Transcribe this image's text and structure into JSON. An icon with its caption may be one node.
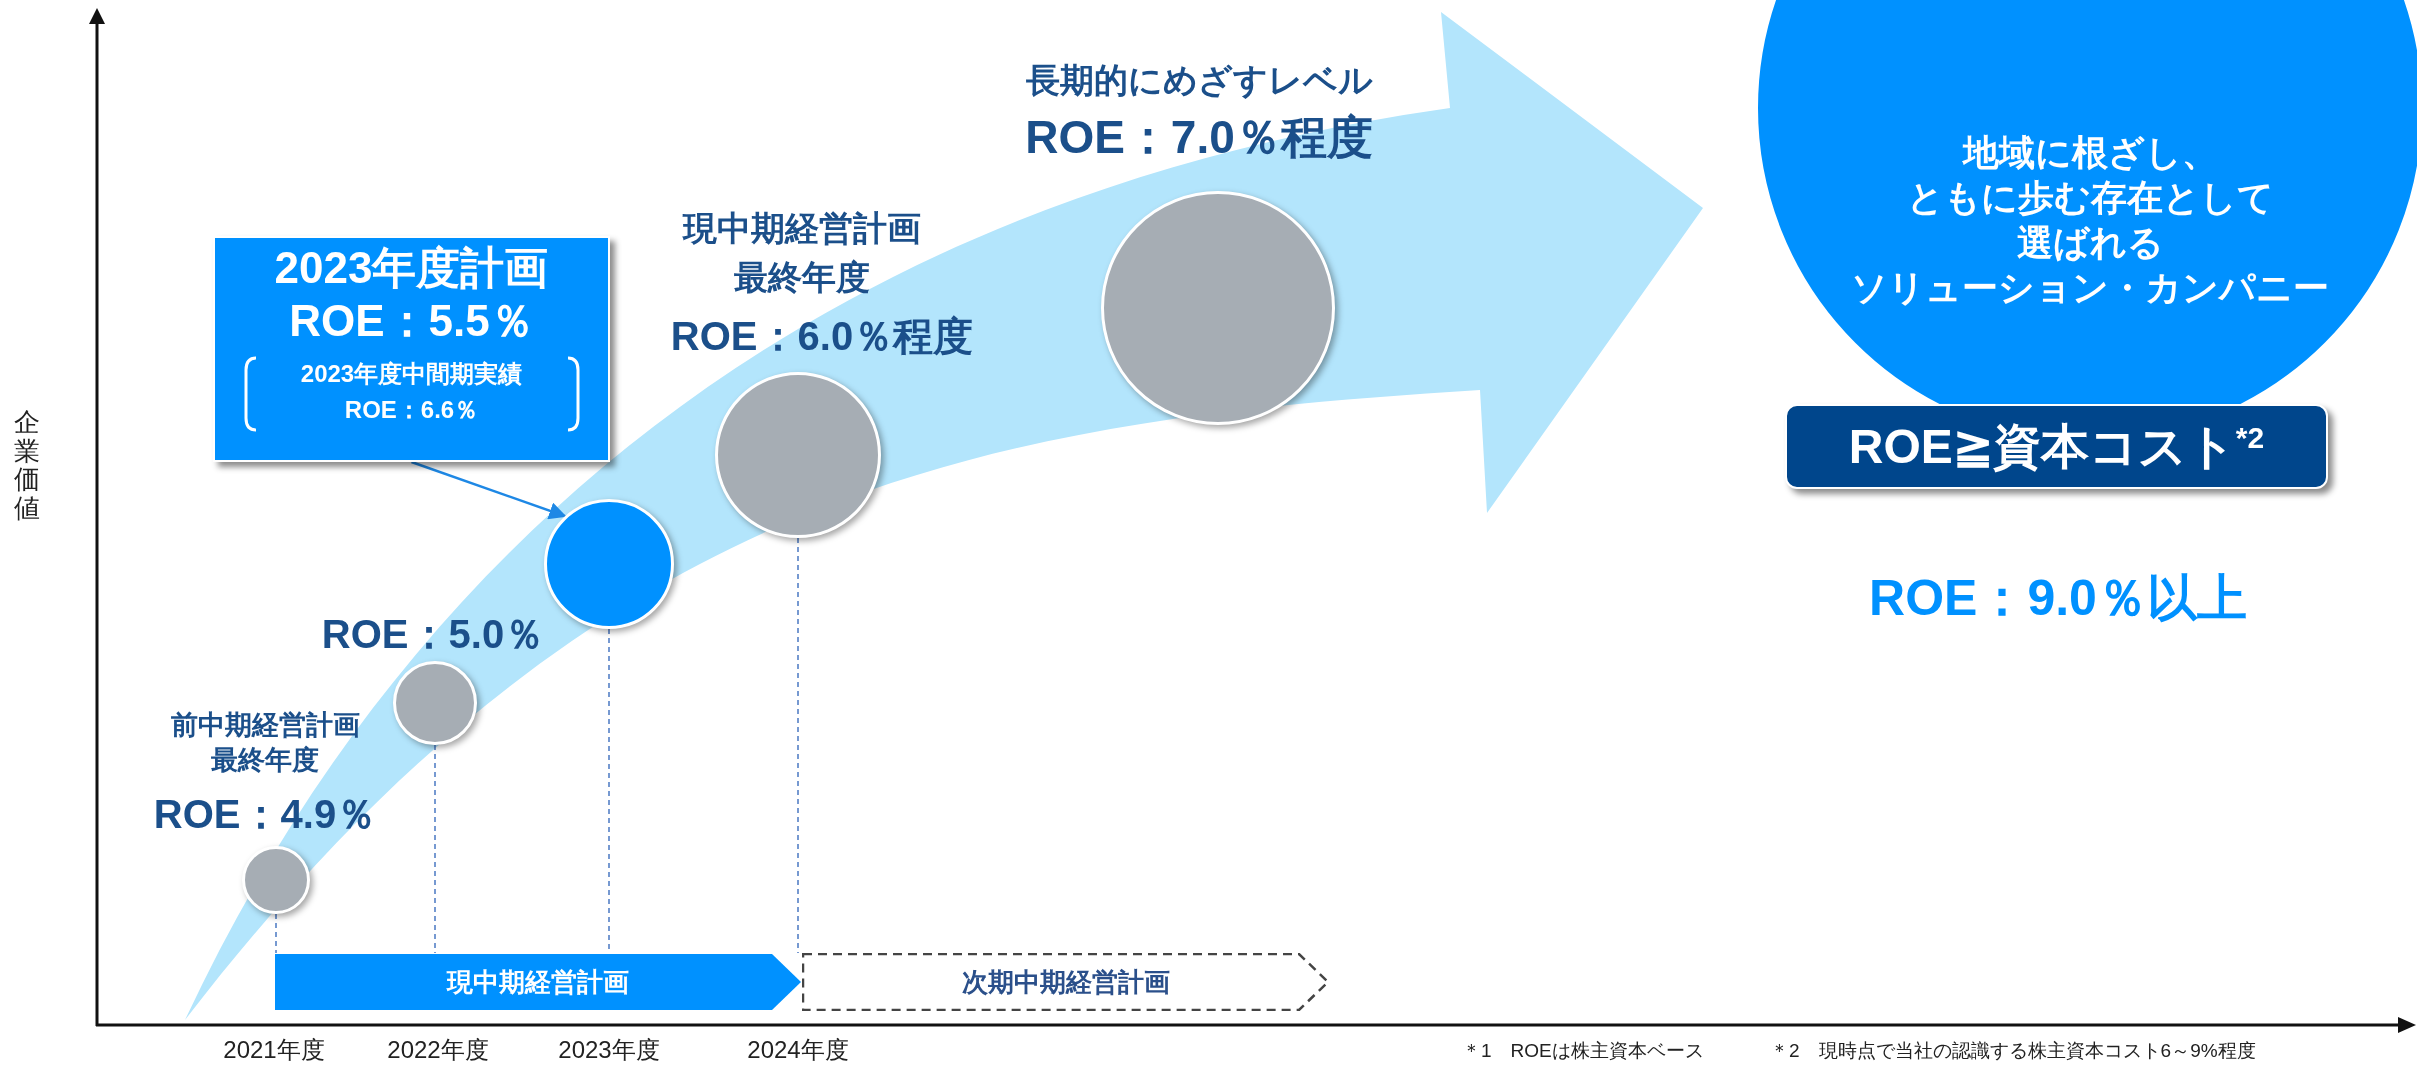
{
  "diagram": {
    "nodes": [
      {
        "text": [],
        "shape": "circle",
        "beside": [
          "前中期経営計画最終年度",
          "ROE：4.9％"
        ]
      },
      {
        "text": [],
        "shape": "circle",
        "beside": [
          "ROE：5.0％"
        ]
      },
      {
        "text": [
          "2023年度計画",
          "ROE：5.5％",
          "2023年度中間期実績 ROE：6.6％"
        ]
      },
      {
        "text": [],
        "shape": "circle"
      },
      {
        "text": [],
        "shape": "circle",
        "beside": [
          "現中期経営計画最終年度",
          "ROE：6.0％程度"
        ]
      },
      {
        "text": [],
        "shape": "circle",
        "beside": [
          "長期的にめざすレベル",
          "ROE：7.0％程度"
        ]
      },
      {
        "text": [
          "地域に根ざし、ともに歩む存在として選ばれるソリューション・カンパニー"
        ]
      },
      {
        "text": [
          "ROE≧資本コスト$^{*2}$"
        ]
      },
      {
        "text": [
          "現中期経営計画"
        ]
      },
      {
        "text": [
          "次期中期経営計画"
        ]
      }
    ],
    "edges": [
      {
        "from": 2,
        "to": 3,
        "arrow": "to",
        "color": "#1e88e5"
      },
      {
        "from": 0,
        "to": 8,
        "arrow": "none",
        "style": "dashed"
      },
      {
        "from": 1,
        "to": 8,
        "arrow": "none",
        "style": "dashed"
      },
      {
        "from": 3,
        "to": 8,
        "arrow": "none",
        "style": "dashed"
      },
      {
        "from": 4,
        "to": 9,
        "arrow": "none",
        "style": "dashed"
      }
    ],
    "labels": [
      "企業価値",
      "ROE：9.0％以上",
      "2021年度",
      "2022年度",
      "2023年度",
      "2024年度",
      "＊1　ROEは株主資本ベース",
      "＊2　現時点で当社の認識する株主資本コスト6～9%程度"
    ]
  }
}
